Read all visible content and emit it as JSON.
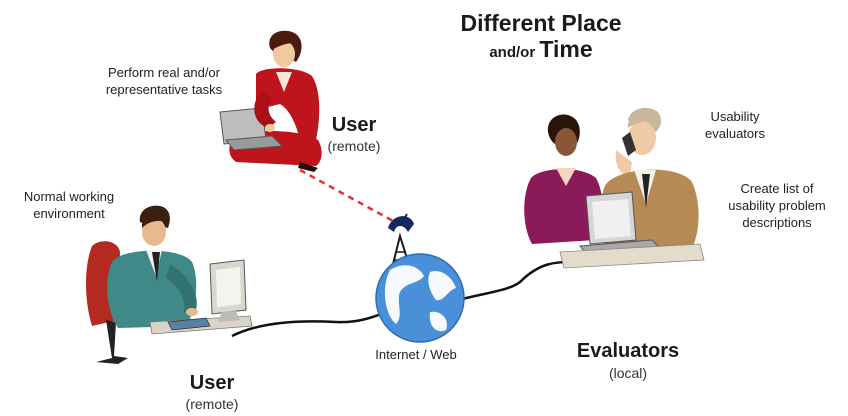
{
  "title": {
    "line1": "Different Place",
    "line2_prefix": "and/or ",
    "line2_suffix": "Time"
  },
  "remote_user_top": {
    "task_line1": "Perform real and/or",
    "task_line2": "representative tasks",
    "label": "User",
    "sublabel": "(remote)"
  },
  "remote_user_bottom": {
    "env_line1": "Normal working",
    "env_line2": "environment",
    "label": "User",
    "sublabel": "(remote)"
  },
  "network": {
    "label": "Internet / Web"
  },
  "evaluators": {
    "role_line1": "Usability",
    "role_line2": "evaluators",
    "output_line1": "Create list of",
    "output_line2": "usability problem",
    "output_line3": "descriptions",
    "label": "Evaluators",
    "sublabel": "(local)"
  },
  "colors": {
    "remote_link": "#e03030",
    "cable": "#111111",
    "globe": "#4a90d9",
    "land": "#ffffff",
    "woman_suit": "#c0141c",
    "man_suit": "#3f8a88",
    "evaluator_woman": "#8b1a5a",
    "evaluator_man": "#b58a55"
  }
}
